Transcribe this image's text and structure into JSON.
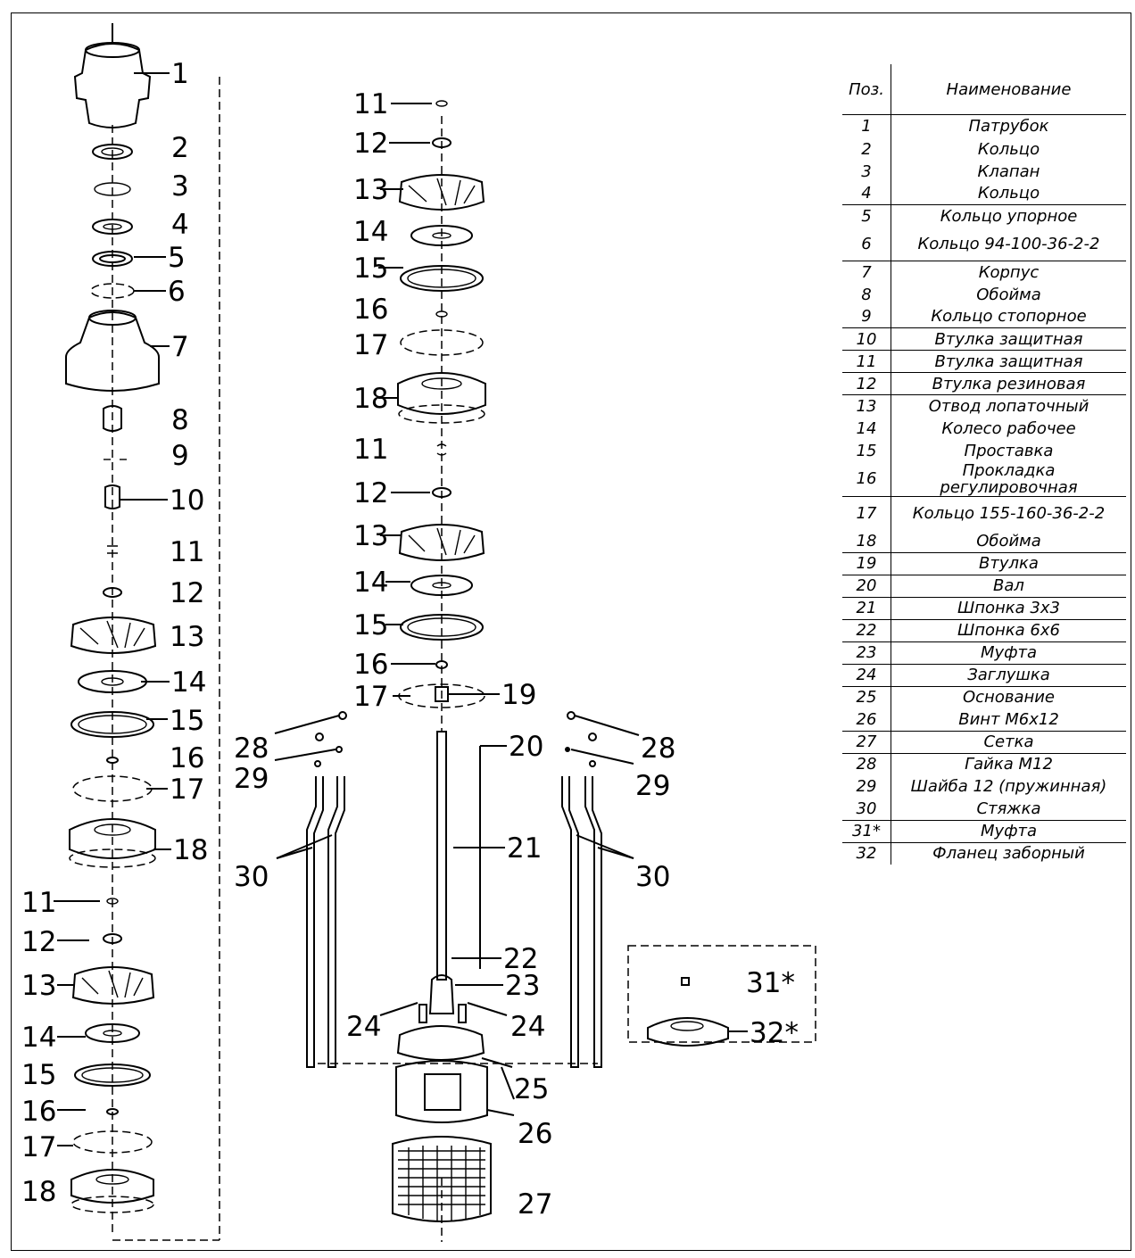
{
  "labels": [
    "1",
    "2",
    "3",
    "4",
    "5",
    "6",
    "7",
    "8",
    "9",
    "10",
    "11",
    "12",
    "13",
    "14",
    "15",
    "16",
    "17",
    "18",
    "19",
    "20",
    "21",
    "22",
    "23",
    "24",
    "25",
    "26",
    "27",
    "28",
    "29",
    "30",
    "31*",
    "32*"
  ],
  "table": {
    "headers": {
      "pos": "Поз.",
      "name": "Наименование"
    },
    "rows": [
      {
        "pos": "1",
        "name": "Патрубок"
      },
      {
        "pos": "2",
        "name": "Кольцо"
      },
      {
        "pos": "3",
        "name": "Клапан"
      },
      {
        "pos": "4",
        "name": "Кольцо"
      },
      {
        "pos": "5",
        "name": "Кольцо упорное"
      },
      {
        "pos": "6",
        "name": "Кольцо 94-100-36-2-2"
      },
      {
        "pos": "7",
        "name": "Корпус"
      },
      {
        "pos": "8",
        "name": "Обойма"
      },
      {
        "pos": "9",
        "name": "Кольцо стопорное"
      },
      {
        "pos": "10",
        "name": "Втулка защитная"
      },
      {
        "pos": "11",
        "name": "Втулка защитная"
      },
      {
        "pos": "12",
        "name": "Втулка резиновая"
      },
      {
        "pos": "13",
        "name": "Отвод лопаточный"
      },
      {
        "pos": "14",
        "name": "Колесо рабочее"
      },
      {
        "pos": "15",
        "name": "Проставка"
      },
      {
        "pos": "16",
        "name": "Прокладка регулировочная"
      },
      {
        "pos": "17",
        "name": "Кольцо 155-160-36-2-2"
      },
      {
        "pos": "18",
        "name": "Обойма"
      },
      {
        "pos": "19",
        "name": "Втулка"
      },
      {
        "pos": "20",
        "name": "Вал"
      },
      {
        "pos": "21",
        "name": "Шпонка 3х3"
      },
      {
        "pos": "22",
        "name": "Шпонка 6х6"
      },
      {
        "pos": "23",
        "name": "Муфта"
      },
      {
        "pos": "24",
        "name": "Заглушка"
      },
      {
        "pos": "25",
        "name": "Основание"
      },
      {
        "pos": "26",
        "name": "Винт М6х12"
      },
      {
        "pos": "27",
        "name": "Сетка"
      },
      {
        "pos": "28",
        "name": "Гайка М12"
      },
      {
        "pos": "29",
        "name": "Шайба 12 (пружинная)"
      },
      {
        "pos": "30",
        "name": "Стяжка"
      },
      {
        "pos": "31*",
        "name": "Муфта"
      },
      {
        "pos": "32",
        "name": "Фланец заборный"
      }
    ]
  }
}
